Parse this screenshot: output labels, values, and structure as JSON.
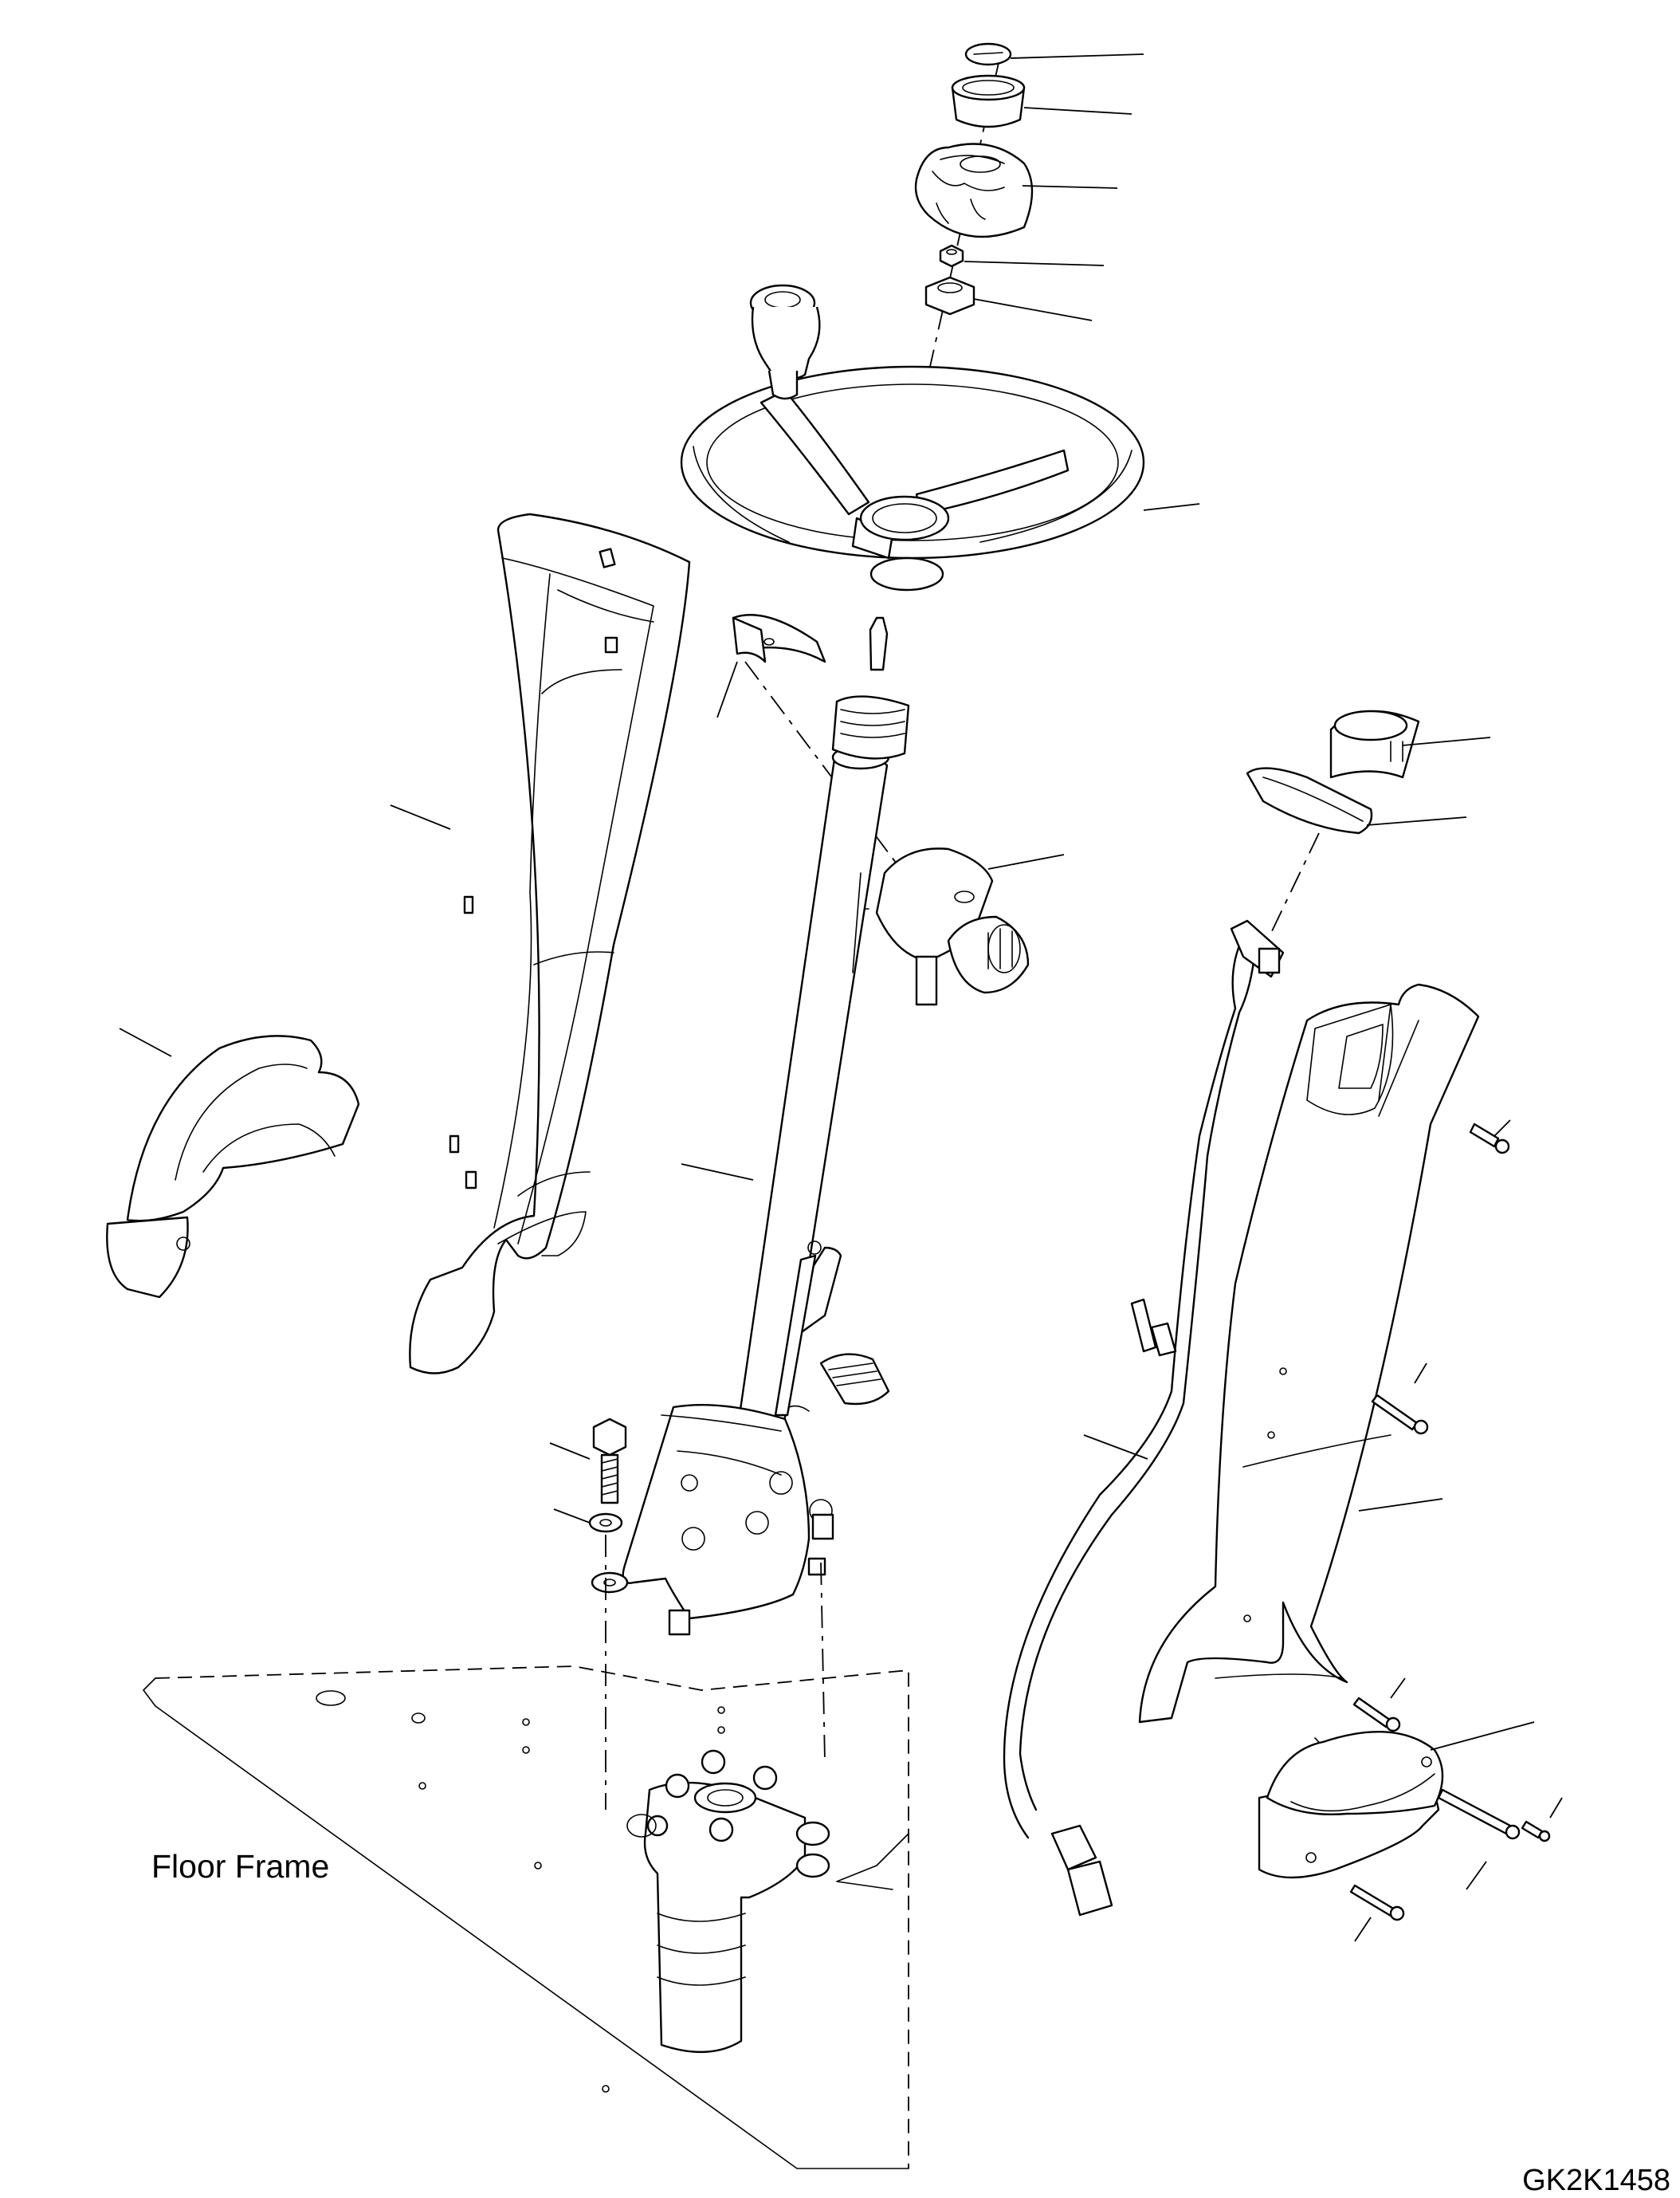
{
  "diagram": {
    "floor_frame_label": "Floor Frame",
    "drawing_id": "GK2K1458"
  },
  "colors": {
    "line": "#000000",
    "background": "#ffffff"
  },
  "parts": [
    "cap-disc",
    "cap-ring",
    "hub-cover",
    "small-nut",
    "large-nut",
    "steering-wheel",
    "spinner-knob",
    "left-column-cover",
    "clamp-bracket",
    "steering-column",
    "tilt-lever-clamp",
    "display-gauge",
    "gauge-bezel",
    "wire-harness",
    "right-column-cover",
    "left-kick-cover",
    "right-kick-cover",
    "mount-bolt",
    "washer",
    "column-bracket",
    "steering-valve",
    "floor-frame"
  ]
}
